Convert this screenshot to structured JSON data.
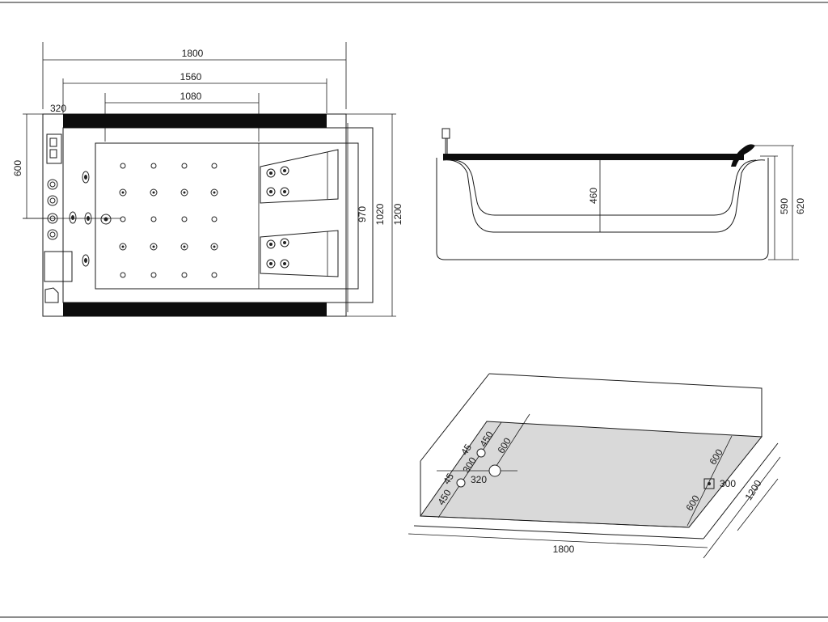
{
  "plan_view": {
    "width_overall": "1800",
    "width_inner": "1560",
    "width_seat": "1080",
    "panel_offset": "320",
    "panel_height": "600",
    "depth_inner": "970",
    "depth_mid": "1020",
    "depth_overall": "1200"
  },
  "side_view": {
    "water_depth": "460",
    "inner_height": "590",
    "overall_height": "620"
  },
  "floor_view": {
    "length": "1800",
    "width": "1200",
    "left_a": "450",
    "left_b": "600",
    "left_c": "300",
    "left_d": "320",
    "left_e": "450",
    "left_f": "45",
    "left_g": "45",
    "right_a": "600",
    "right_b": "300",
    "right_c": "600"
  },
  "colors": {
    "line": "#1a1a1a",
    "fill_dark": "#0d0d0d",
    "floor_shade": "#d9d9d9"
  }
}
